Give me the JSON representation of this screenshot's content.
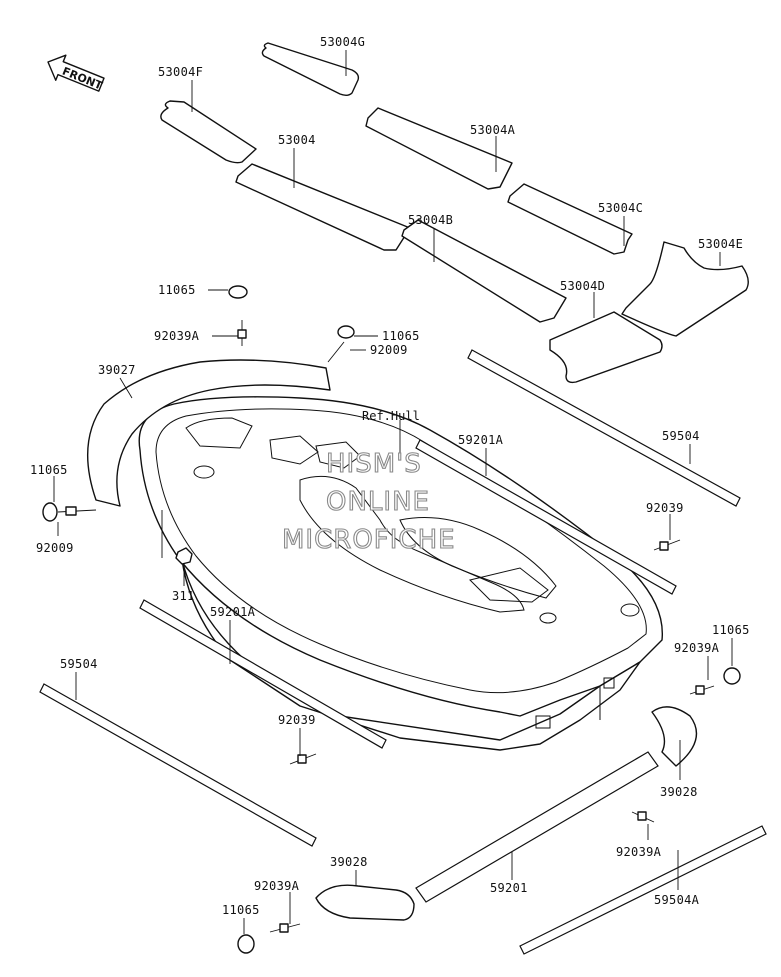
{
  "direction_label": "FRONT",
  "watermark": {
    "line1": "HISM'S",
    "line2": "ONLINE",
    "line3": "MICROFICHE"
  },
  "labels": {
    "p53004G": "53004G",
    "p53004F": "53004F",
    "p53004A": "53004A",
    "p53004": "53004",
    "p53004C": "53004C",
    "p53004B": "53004B",
    "p53004E": "53004E",
    "p53004D": "53004D",
    "p11065_top": "11065",
    "p92039A_top": "92039A",
    "p11065_mid": "11065",
    "p92009_mid": "92009",
    "p39027": "39027",
    "ref_hull": "Ref.Hull",
    "p59201A_right": "59201A",
    "p59504_right": "59504",
    "p11065_left": "11065",
    "p92009_left": "92009",
    "p92039_right": "92039",
    "p311": "311",
    "p59201A_left": "59201A",
    "p11065_right": "11065",
    "p92039A_right": "92039A",
    "p59504_left": "59504",
    "p92039_left": "92039",
    "p39028_right": "39028",
    "p92039A_right2": "92039A",
    "p39028_bottom": "39028",
    "p92039A_bottom": "92039A",
    "p59201": "59201",
    "p11065_bottom": "11065",
    "p59504A": "59504A"
  }
}
